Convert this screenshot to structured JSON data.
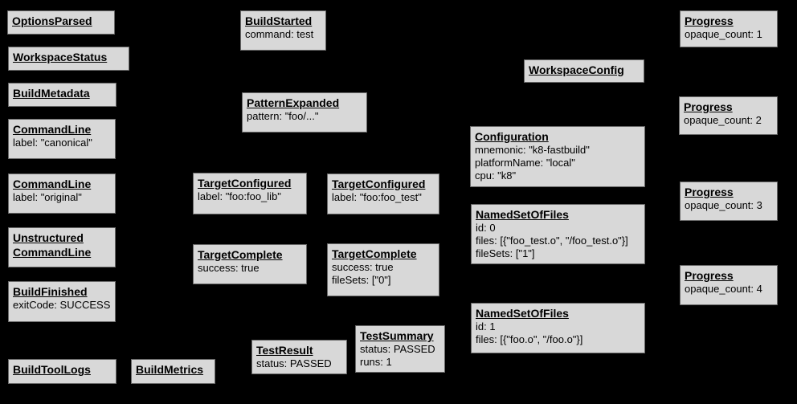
{
  "page": {
    "background": "#000000"
  },
  "node_style": {
    "fill": "#d8d8d8",
    "border": "#696969",
    "text": "#000000"
  },
  "nodes": {
    "options_parsed": {
      "title": "OptionsParsed",
      "lines": []
    },
    "workspace_status": {
      "title": "WorkspaceStatus",
      "lines": []
    },
    "build_metadata": {
      "title": "BuildMetadata",
      "lines": []
    },
    "command_line_canonical": {
      "title": "CommandLine",
      "lines": [
        "label: \"canonical\""
      ]
    },
    "command_line_original": {
      "title": "CommandLine",
      "lines": [
        "label: \"original\""
      ]
    },
    "unstructured_command_line": {
      "title": "Unstructured",
      "title2": "CommandLine",
      "lines": []
    },
    "build_finished": {
      "title": "BuildFinished",
      "lines": [
        "exitCode: SUCCESS"
      ]
    },
    "build_tool_logs": {
      "title": "BuildToolLogs",
      "lines": []
    },
    "build_metrics": {
      "title": "BuildMetrics",
      "lines": []
    },
    "build_started": {
      "title": "BuildStarted",
      "lines": [
        "command: test"
      ]
    },
    "pattern_expanded": {
      "title": "PatternExpanded",
      "lines": [
        "pattern: \"foo/...\""
      ]
    },
    "target_configured_lib": {
      "title": "TargetConfigured",
      "lines": [
        "label: \"foo:foo_lib\""
      ]
    },
    "target_configured_test": {
      "title": "TargetConfigured",
      "lines": [
        "label: \"foo:foo_test\""
      ]
    },
    "target_complete_lib": {
      "title": "TargetComplete",
      "lines": [
        "success: true"
      ]
    },
    "target_complete_test": {
      "title": "TargetComplete",
      "lines": [
        "success: true",
        "fileSets: [\"0\"]"
      ]
    },
    "test_result": {
      "title": "TestResult",
      "lines": [
        "status: PASSED"
      ]
    },
    "test_summary": {
      "title": "TestSummary",
      "lines": [
        "status: PASSED",
        "runs: 1"
      ]
    },
    "workspace_config": {
      "title": "WorkspaceConfig",
      "lines": []
    },
    "configuration": {
      "title": "Configuration",
      "lines": [
        "mnemonic: \"k8-fastbuild\"",
        "platformName: \"local\"",
        "cpu: \"k8\""
      ]
    },
    "named_set_of_files_0": {
      "title": "NamedSetOfFiles",
      "lines": [
        "id: 0",
        "files: [{\"foo_test.o\", \"/foo_test.o\"}]",
        "fileSets: [\"1\"]"
      ]
    },
    "named_set_of_files_1": {
      "title": "NamedSetOfFiles",
      "lines": [
        "id: 1",
        "files: [{\"foo.o\", \"/foo.o\"}]"
      ]
    },
    "progress_1": {
      "title": "Progress",
      "lines": [
        "opaque_count: 1"
      ]
    },
    "progress_2": {
      "title": "Progress",
      "lines": [
        "opaque_count: 2"
      ]
    },
    "progress_3": {
      "title": "Progress",
      "lines": [
        "opaque_count: 3"
      ]
    },
    "progress_4": {
      "title": "Progress",
      "lines": [
        "opaque_count: 4"
      ]
    }
  }
}
